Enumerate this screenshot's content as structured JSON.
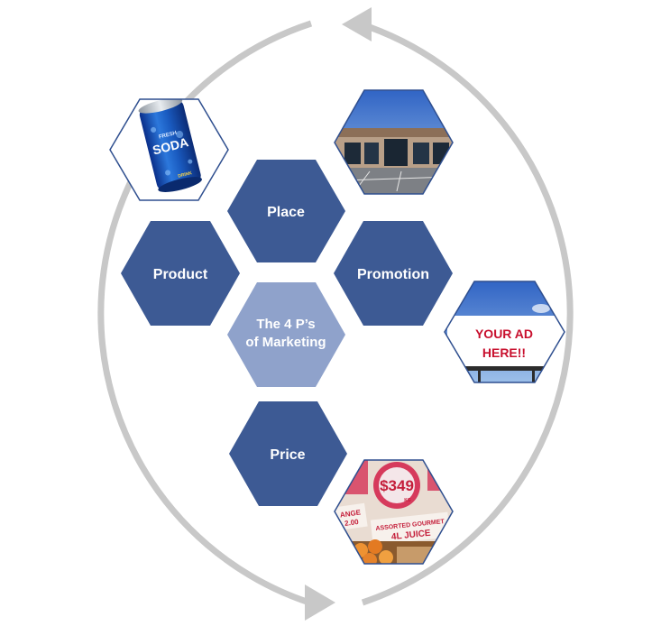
{
  "diagram": {
    "hexagons": {
      "place": "Place",
      "product": "Product",
      "promotion": "Promotion",
      "center_line1": "The 4 P’s",
      "center_line2": "of Marketing",
      "price": "Price"
    },
    "images": {
      "soda_can": {
        "lettering_top": "FRESH",
        "lettering_main": "SODA",
        "lettering_bottom": "DRINK"
      },
      "billboard": {
        "line1": "YOUR AD",
        "line2": "HERE!!"
      },
      "price_signs": {
        "big_sign": "$349",
        "sign_small": "KG",
        "label_left": "ANGE",
        "label_left2": "2.00",
        "label_main": "ASSORTED GOURMET",
        "label_main2": "4L JUICE"
      }
    },
    "colors": {
      "hex_dark": "#3d5a94",
      "hex_light": "#8fa2cb",
      "arrow": "#c8c8c8",
      "outline": "#2f4f8f"
    }
  }
}
